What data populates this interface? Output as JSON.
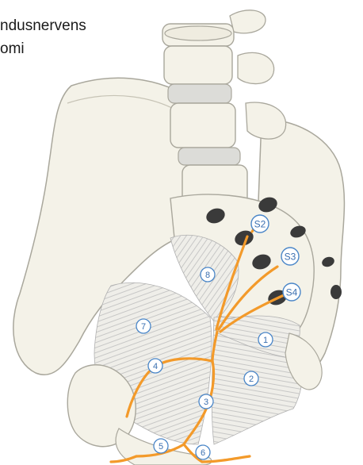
{
  "title": {
    "line1": "ndusnervens",
    "line2": "omi"
  },
  "colors": {
    "bone_fill": "#f4f2e8",
    "bone_stroke": "#a9a79c",
    "muscle_fill": "#ecebe6",
    "muscle_line": "#b7b7b7",
    "nerve": "#f39a2a",
    "label_stroke": "#4a86c8",
    "label_text": "#3a6fb0",
    "foramen_dark": "#3a3a3a"
  },
  "sacral_labels": [
    {
      "id": "s2",
      "text": "S2"
    },
    {
      "id": "s3",
      "text": "S3"
    },
    {
      "id": "s4",
      "text": "S4"
    }
  ],
  "number_labels": [
    {
      "id": "n1",
      "text": "1"
    },
    {
      "id": "n2",
      "text": "2"
    },
    {
      "id": "n3",
      "text": "3"
    },
    {
      "id": "n4",
      "text": "4"
    },
    {
      "id": "n5",
      "text": "5"
    },
    {
      "id": "n6",
      "text": "6"
    },
    {
      "id": "n7",
      "text": "7"
    },
    {
      "id": "n8",
      "text": "8"
    }
  ]
}
